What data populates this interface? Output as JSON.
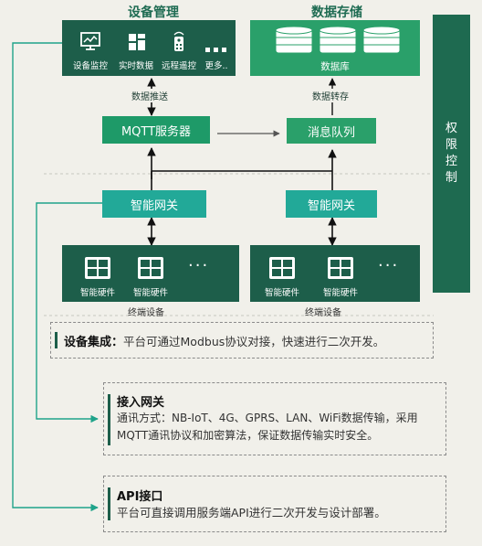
{
  "device_mgmt": {
    "title": "设备管理",
    "items": [
      {
        "label": "设备监控",
        "icon": "monitor-icon"
      },
      {
        "label": "实时数据",
        "icon": "grid-icon"
      },
      {
        "label": "远程遥控",
        "icon": "remote-icon"
      },
      {
        "label": "更多..",
        "icon": "more-icon"
      }
    ]
  },
  "data_storage": {
    "title": "数据存储",
    "db_label": "数据库"
  },
  "flow": {
    "data_push": "数据推送",
    "data_store": "数据转存",
    "mqtt_server": "MQTT服务器",
    "message_queue": "消息队列",
    "gateway_left": "智能网关",
    "gateway_right": "智能网关"
  },
  "permission": {
    "label": "权限控制",
    "chars": [
      "权",
      "限",
      "控",
      "制"
    ]
  },
  "terminals": {
    "left_hw1": "智能硬件",
    "left_hw2": "智能硬件",
    "right_hw1": "智能硬件",
    "right_hw2": "智能硬件",
    "left_caption": "终端设备",
    "right_caption": "终端设备"
  },
  "notes": {
    "device_integration_title": "设备集成：",
    "device_integration_body": "平台可通过Modbus协议对接，快速进行二次开发。",
    "gateway_title": "接入网关",
    "gateway_line1": "通讯方式：NB-IoT、4G、GPRS、LAN、WiFi数据传输，采用",
    "gateway_line2": "MQTT通讯协议和加密算法，保证数据传输实时安全。",
    "api_title": "API接口",
    "api_body": "平台可直接调用服务端API进行二次开发与设计部署。"
  },
  "colors": {
    "dark_green": "#1d5e4a",
    "green": "#2aa06a",
    "teal": "#22a998",
    "background": "#f1f0ea"
  }
}
